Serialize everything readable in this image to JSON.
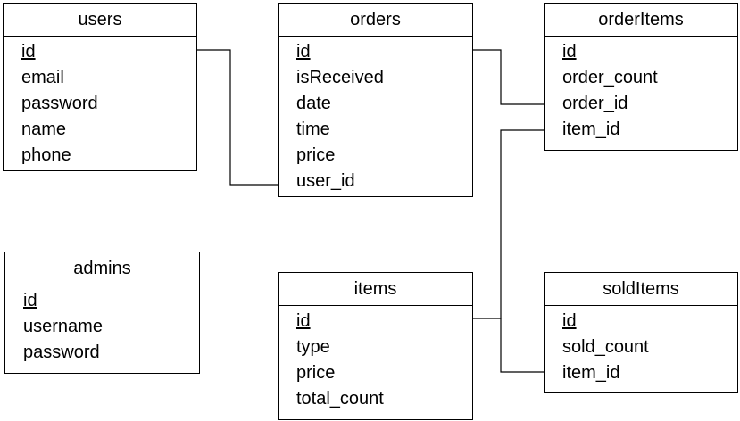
{
  "diagram": {
    "entities": [
      {
        "key": "users",
        "title": "users",
        "attributes": [
          {
            "name": "id",
            "primary_key": true
          },
          {
            "name": "email",
            "primary_key": false
          },
          {
            "name": "password",
            "primary_key": false
          },
          {
            "name": "name",
            "primary_key": false
          },
          {
            "name": "phone",
            "primary_key": false
          }
        ]
      },
      {
        "key": "orders",
        "title": "orders",
        "attributes": [
          {
            "name": "id",
            "primary_key": true
          },
          {
            "name": "isReceived",
            "primary_key": false
          },
          {
            "name": "date",
            "primary_key": false
          },
          {
            "name": "time",
            "primary_key": false
          },
          {
            "name": "price",
            "primary_key": false
          },
          {
            "name": "user_id",
            "primary_key": false
          }
        ]
      },
      {
        "key": "orderItems",
        "title": "orderItems",
        "attributes": [
          {
            "name": "id",
            "primary_key": true
          },
          {
            "name": "order_count",
            "primary_key": false
          },
          {
            "name": "order_id",
            "primary_key": false
          },
          {
            "name": "item_id",
            "primary_key": false
          }
        ]
      },
      {
        "key": "admins",
        "title": "admins",
        "attributes": [
          {
            "name": "id",
            "primary_key": true
          },
          {
            "name": "username",
            "primary_key": false
          },
          {
            "name": "password",
            "primary_key": false
          }
        ]
      },
      {
        "key": "items",
        "title": "items",
        "attributes": [
          {
            "name": "id",
            "primary_key": true
          },
          {
            "name": "type",
            "primary_key": false
          },
          {
            "name": "price",
            "primary_key": false
          },
          {
            "name": "total_count",
            "primary_key": false
          }
        ]
      },
      {
        "key": "soldItems",
        "title": "soldItems",
        "attributes": [
          {
            "name": "id",
            "primary_key": true
          },
          {
            "name": "sold_count",
            "primary_key": false
          },
          {
            "name": "item_id",
            "primary_key": false
          }
        ]
      }
    ],
    "relationships": [
      {
        "from": "users.id",
        "to": "orders.user_id"
      },
      {
        "from": "orders.id",
        "to": "orderItems.order_id"
      },
      {
        "from": "items.id",
        "to": "orderItems.item_id"
      },
      {
        "from": "items.id",
        "to": "soldItems.item_id"
      }
    ],
    "colors": {
      "line": "#000000",
      "background": "#ffffff",
      "text": "#000000"
    }
  }
}
